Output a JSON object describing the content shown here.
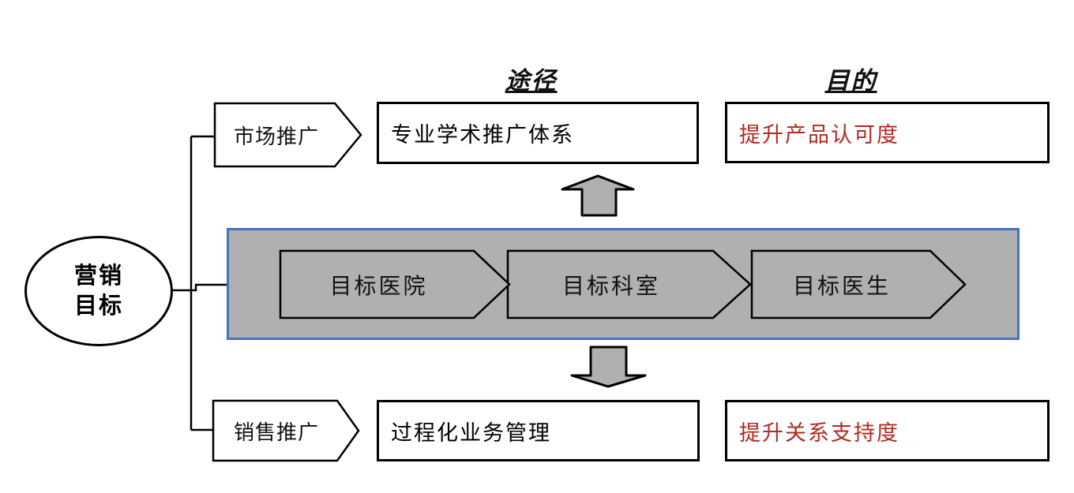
{
  "diagram": {
    "title_node": {
      "label": "营销\n目标"
    },
    "headers": {
      "approach": "途径",
      "purpose": "目的"
    },
    "rows": {
      "top": {
        "pentagon": "市场推广",
        "approach": "专业学术推广体系",
        "purpose": "提升产品认可度"
      },
      "bottom": {
        "pentagon": "销售推广",
        "approach": "过程化业务管理",
        "purpose": "提升关系支持度"
      }
    },
    "band": {
      "items": [
        "目标医院",
        "目标科室",
        "目标医生"
      ]
    },
    "colors": {
      "shape_fill_gray": "#B0B0B0",
      "band_border_blue": "#4472C4",
      "purpose_text_red": "#B02A22",
      "outline_black": "#000000"
    }
  }
}
